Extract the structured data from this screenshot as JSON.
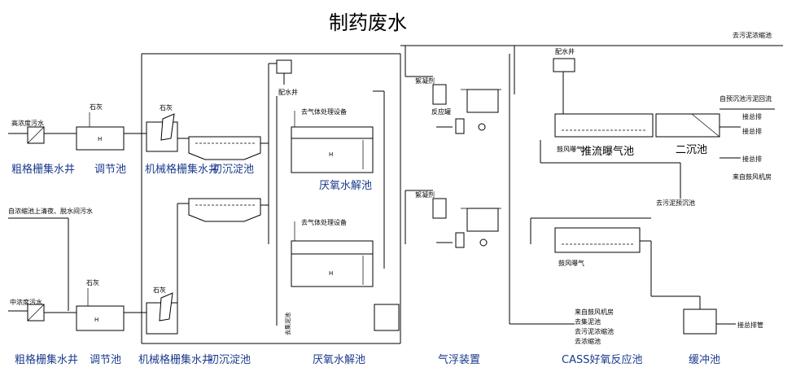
{
  "title": "制药废水",
  "bottom_labels_top": [
    "粗格栅集水井",
    "调节池",
    "机械格栅集水井",
    "初沉淀池",
    "厌氧水解池"
  ],
  "bottom_labels_bottom": [
    "粗格栅集水井",
    "调节池",
    "机械格栅集水井",
    "初沉淀池",
    "厌氧水解池",
    "气浮装置",
    "CASS好氧反应池",
    "缓冲池"
  ],
  "inlet_labels": {
    "high_conc": "高浓度污水",
    "mid_conc": "中浓度污水",
    "supernatant": "自浓缩池上清夜、脱水间污水"
  },
  "chemical_labels": {
    "lime_1": "石灰",
    "lime_2": "石灰",
    "lime_3": "石灰",
    "lime_4": "石灰",
    "flocculant_1": "絮凝剂",
    "flocculant_2": "絮凝剂",
    "reactor": "反应罐"
  },
  "process_labels": {
    "dosing_well_1": "配水井",
    "dosing_well_2": "配水井",
    "gas_1": "去气体处理设备",
    "gas_2": "去气体处理设备",
    "plug_aeration": "推流曝气池",
    "secondary_clarifier": "二沉池",
    "blower_1": "鼓风曝气",
    "blower_2": "鼓风曝气",
    "to_sludge_thickener_top": "去污泥浓缩池",
    "from_secondary_return": "自预沉池污泥回流",
    "connect_1": "接总排",
    "connect_2": "接总排",
    "connect_3": "接总排",
    "from_blower": "来自鼓风机房",
    "to_pre_settle": "去污泥预沉池",
    "cass_in_1": "来自鼓风机房",
    "cass_in_2": "去集泥池",
    "cass_in_3": "去污泥浓缩池",
    "cass_in_4": "去浓缩池",
    "main_drain": "接总排管",
    "side_sludge": "去集泥池"
  }
}
